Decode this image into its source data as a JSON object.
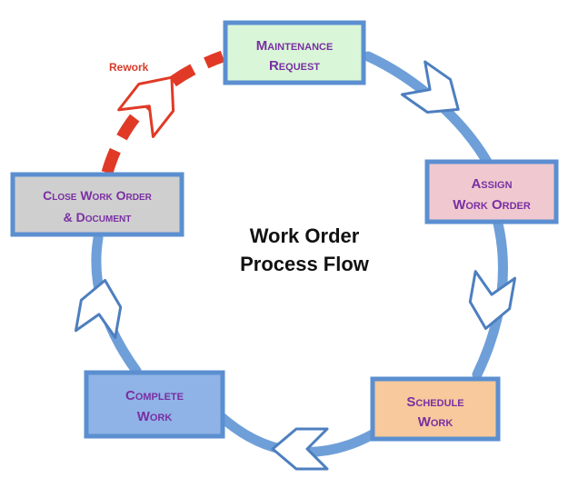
{
  "title_lines": [
    "Work Order",
    "Process Flow"
  ],
  "rework_label": "Rework",
  "steps": [
    {
      "lines": [
        "Maintenance",
        "Request"
      ],
      "fill": "#d9f6d8"
    },
    {
      "lines": [
        "Assign",
        "Work Order"
      ],
      "fill": "#efc9cf"
    },
    {
      "lines": [
        "Schedule",
        "Work"
      ],
      "fill": "#f7c99c"
    },
    {
      "lines": [
        "Complete",
        "Work"
      ],
      "fill": "#8fb3e6"
    },
    {
      "lines": [
        "Close Work Order",
        "& Document"
      ],
      "fill": "#cfcfcf"
    }
  ],
  "colors": {
    "ring": "#6f9fd8",
    "ring_edge": "#4d7fbf",
    "box_border": "#5b8fd0",
    "rework": "#e03a27",
    "step_text": "#7a2fa3",
    "arrow_fill": "#ffffff"
  }
}
